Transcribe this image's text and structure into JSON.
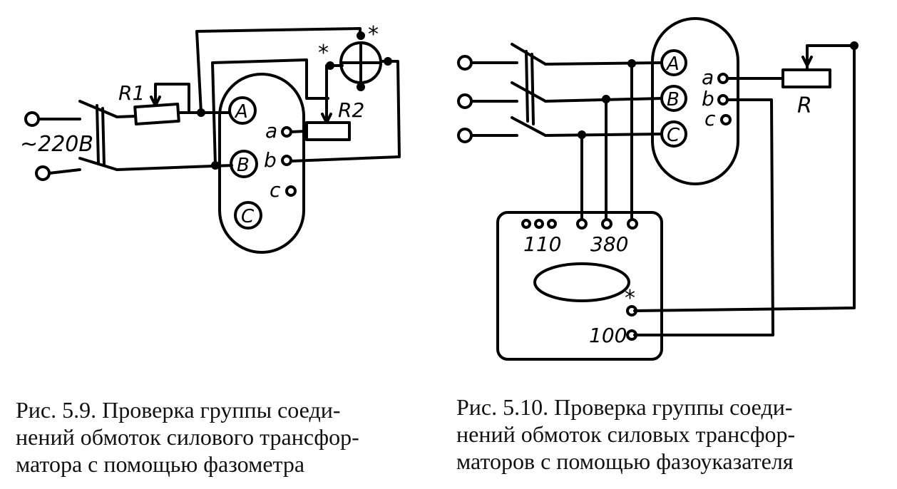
{
  "fig9": {
    "supply_label": "~220В",
    "r1_label": "R1",
    "r2_label": "R2",
    "phase_labels": [
      "A",
      "B",
      "C"
    ],
    "terminal_labels": [
      "a",
      "b",
      "c"
    ],
    "marker": "*"
  },
  "fig10": {
    "phase_labels": [
      "A",
      "B",
      "C"
    ],
    "terminal_labels": [
      "a",
      "b",
      "c"
    ],
    "r_label": "R",
    "label_110": "110",
    "label_380": "380",
    "label_100": "100",
    "marker": "*"
  },
  "captions": {
    "fig9": [
      "Рис. 5.9. Проверка группы соеди-",
      "нений обмоток силового трансфор-",
      "матора с помощью фазометра"
    ],
    "fig10": [
      "Рис. 5.10. Проверка группы соеди-",
      "нений обмоток силовых трансфор-",
      "маторов с помощью фазоуказателя"
    ]
  }
}
